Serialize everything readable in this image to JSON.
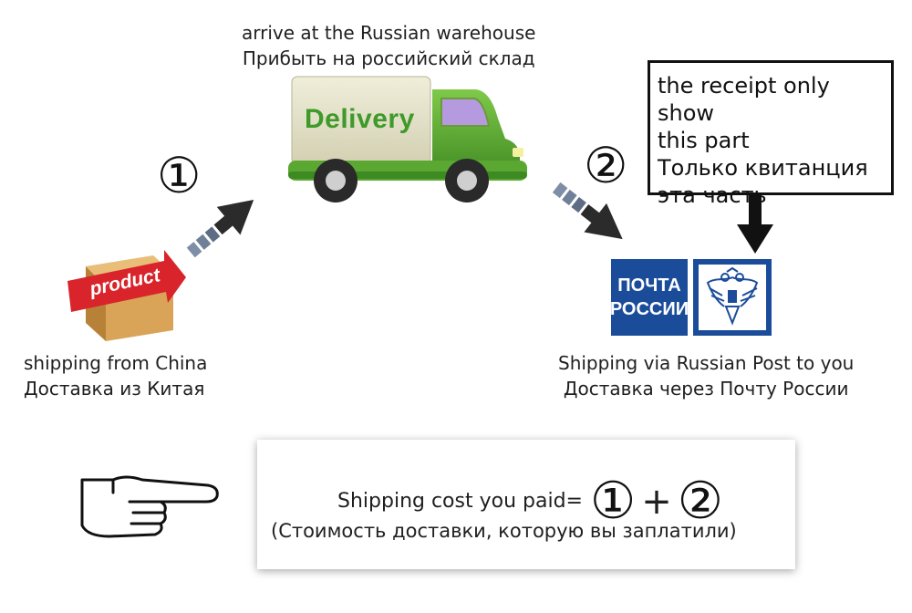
{
  "steps": {
    "step1": "①",
    "step2": "②"
  },
  "truck": {
    "label": "Delivery",
    "caption_en": "arrive at the Russian warehouse",
    "caption_ru": "Прибыть на российский склад"
  },
  "product": {
    "label": "product",
    "caption_en": "shipping from China",
    "caption_ru": "Доставка из Китая"
  },
  "post": {
    "logo_line1": "ПОЧТА",
    "logo_line2": "РОССИИ",
    "caption_en": "Shipping via Russian Post to you",
    "caption_ru": "Доставка через Почту России"
  },
  "receipt": {
    "line1": "the receipt only show",
    "line2": "this part",
    "line3": "Только квитанция",
    "line4": "эта часть"
  },
  "cost": {
    "label": "Shipping cost you paid=",
    "c1": "①",
    "plus": "+",
    "c2": "②",
    "note_ru": "(Стоимость доставки, которую вы заплатили)"
  },
  "colors": {
    "post_blue": "#1b4c9a",
    "truck_green": "#5aa831",
    "product_red": "#d8242a",
    "box_tan": "#d9a458",
    "arrow_dark": "#2b2b2b",
    "arrow_light": "#6e7f96"
  }
}
